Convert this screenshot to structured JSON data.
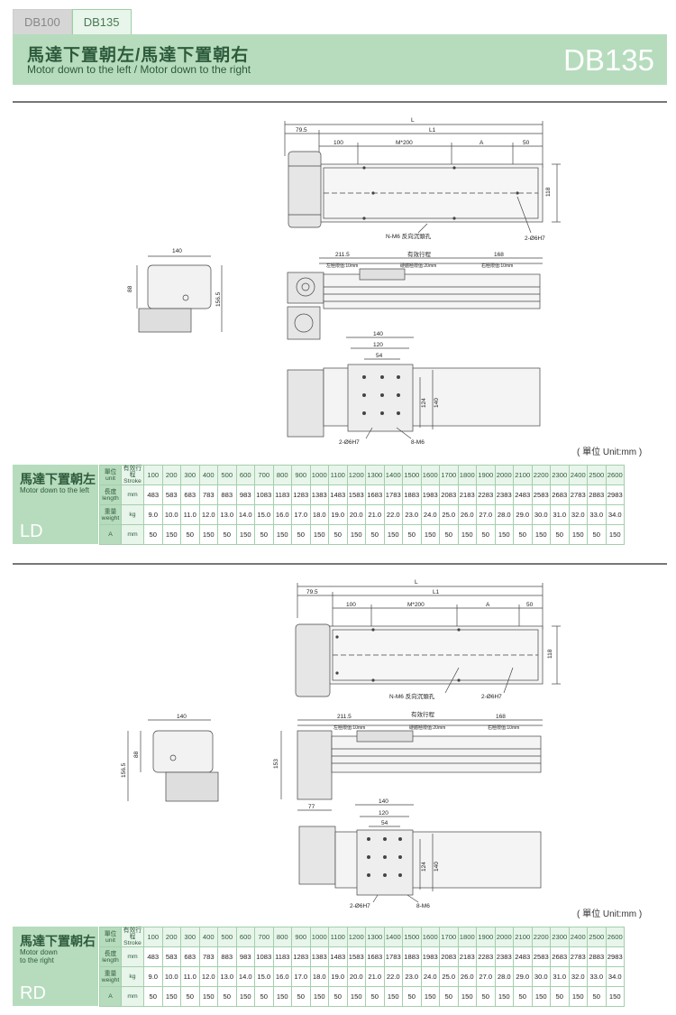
{
  "tabs": [
    "DB100",
    "DB135"
  ],
  "header": {
    "title_cn": "馬達下置朝左/馬達下置朝右",
    "title_en": "Motor down to the left / Motor down to the right",
    "model": "DB135"
  },
  "unit_note": "( 單位 Unit:mm )",
  "drawing": {
    "dim_L": "L",
    "dim_L1": "L1",
    "dim_79_5": "79.5",
    "dim_100": "100",
    "dim_M200": "M*200",
    "dim_A": "A",
    "dim_50": "50",
    "dim_118": "118",
    "note_nm6": "N-M6 反向沉頭孔",
    "note_2d6h7": "2-Ø6H7",
    "dim_140": "140",
    "dim_88": "88",
    "dim_156_5": "156.5",
    "dim_211_5": "211.5",
    "dim_stroke_cn": "有效行程",
    "dim_168": "168",
    "note_left_limit": "左極限值:10mm",
    "note_hard_limit": "硬體極限值:20mm",
    "note_right_limit": "右極限值:10mm",
    "dim_120": "120",
    "dim_54": "54",
    "dim_124": "124",
    "dim_8m6": "8-M6",
    "dim_153": "153",
    "dim_77": "77"
  },
  "spec_header": {
    "unit_cn": "單位",
    "unit_en": "unit",
    "stroke_cn": "有效行程",
    "stroke_en": "Stroke",
    "strokes": [
      "100",
      "200",
      "300",
      "400",
      "500",
      "600",
      "700",
      "800",
      "900",
      "1000",
      "1100",
      "1200",
      "1300",
      "1400",
      "1500",
      "1600",
      "1700",
      "1800",
      "1900",
      "2000",
      "2100",
      "2200",
      "2300",
      "2400",
      "2500",
      "2600"
    ]
  },
  "spec_rows": {
    "length": {
      "cn": "長度",
      "en": "length",
      "unit": "mm",
      "values": [
        "483",
        "583",
        "683",
        "783",
        "883",
        "983",
        "1083",
        "1183",
        "1283",
        "1383",
        "1483",
        "1583",
        "1683",
        "1783",
        "1883",
        "1983",
        "2083",
        "2183",
        "2283",
        "2383",
        "2483",
        "2583",
        "2683",
        "2783",
        "2883",
        "2983"
      ]
    },
    "weight": {
      "cn": "重量",
      "en": "weight",
      "unit": "kg",
      "values": [
        "9.0",
        "10.0",
        "11.0",
        "12.0",
        "13.0",
        "14.0",
        "15.0",
        "16.0",
        "17.0",
        "18.0",
        "19.0",
        "20.0",
        "21.0",
        "22.0",
        "23.0",
        "24.0",
        "25.0",
        "26.0",
        "27.0",
        "28.0",
        "29.0",
        "30.0",
        "31.0",
        "32.0",
        "33.0",
        "34.0"
      ]
    },
    "a": {
      "label": "A",
      "unit": "mm",
      "values": [
        "50",
        "150",
        "50",
        "150",
        "50",
        "150",
        "50",
        "150",
        "50",
        "150",
        "50",
        "150",
        "50",
        "150",
        "50",
        "150",
        "50",
        "150",
        "50",
        "150",
        "50",
        "150",
        "50",
        "150",
        "50",
        "150"
      ]
    }
  },
  "table_ld": {
    "cn": "馬達下置朝左",
    "en": "Motor down to the left",
    "code": "LD"
  },
  "table_rd": {
    "cn": "馬達下置朝右",
    "en": "Motor down to the right",
    "code": "RD"
  }
}
